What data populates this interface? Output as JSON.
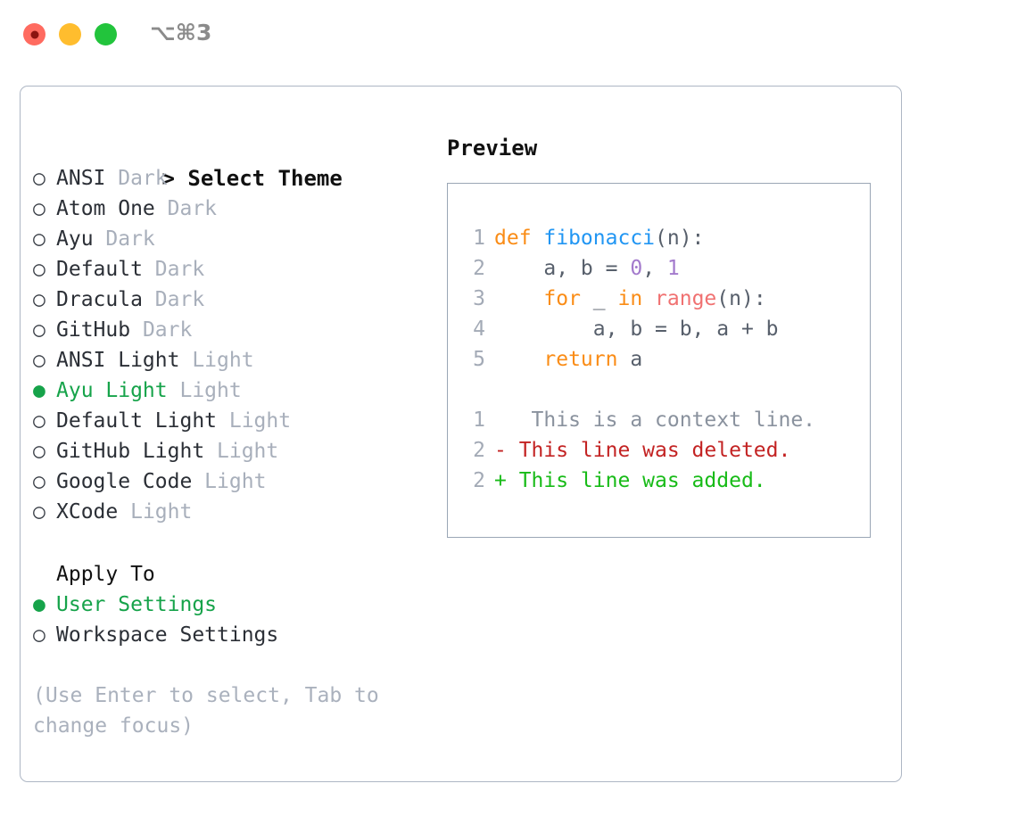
{
  "titlebar": {
    "shortcut": "⌥⌘3",
    "buttons": [
      "close",
      "minimize",
      "maximize"
    ]
  },
  "theme_section": {
    "caret": ">",
    "heading": "Select Theme",
    "marker_selected": "●",
    "marker_unselected": "○",
    "items": [
      {
        "name": "ANSI",
        "variant": "Dark",
        "selected": false
      },
      {
        "name": "Atom One",
        "variant": "Dark",
        "selected": false
      },
      {
        "name": "Ayu",
        "variant": "Dark",
        "selected": false
      },
      {
        "name": "Default",
        "variant": "Dark",
        "selected": false
      },
      {
        "name": "Dracula",
        "variant": "Dark",
        "selected": false
      },
      {
        "name": "GitHub",
        "variant": "Dark",
        "selected": false
      },
      {
        "name": "ANSI Light",
        "variant": "Light",
        "selected": false
      },
      {
        "name": "Ayu Light",
        "variant": "Light",
        "selected": true
      },
      {
        "name": "Default Light",
        "variant": "Light",
        "selected": false
      },
      {
        "name": "GitHub Light",
        "variant": "Light",
        "selected": false
      },
      {
        "name": "Google Code",
        "variant": "Light",
        "selected": false
      },
      {
        "name": "XCode",
        "variant": "Light",
        "selected": false
      }
    ]
  },
  "apply_section": {
    "heading": "Apply To",
    "items": [
      {
        "name": "User Settings",
        "selected": true
      },
      {
        "name": "Workspace Settings",
        "selected": false
      }
    ]
  },
  "hint": "(Use Enter to select, Tab to change focus)",
  "preview": {
    "title": "Preview",
    "code_lines": [
      {
        "no": "1",
        "tokens": [
          {
            "t": "def ",
            "c": "tok-kw"
          },
          {
            "t": "fibonacci",
            "c": "tok-fn"
          },
          {
            "t": "(n):",
            "c": "tok-plain"
          }
        ]
      },
      {
        "no": "2",
        "tokens": [
          {
            "t": "    a, b = ",
            "c": "tok-plain"
          },
          {
            "t": "0",
            "c": "tok-num"
          },
          {
            "t": ", ",
            "c": "tok-plain"
          },
          {
            "t": "1",
            "c": "tok-num"
          }
        ]
      },
      {
        "no": "3",
        "tokens": [
          {
            "t": "    ",
            "c": "tok-plain"
          },
          {
            "t": "for",
            "c": "tok-kw"
          },
          {
            "t": " _ ",
            "c": "tok-plain"
          },
          {
            "t": "in",
            "c": "tok-kw"
          },
          {
            "t": " ",
            "c": "tok-plain"
          },
          {
            "t": "range",
            "c": "tok-call"
          },
          {
            "t": "(n):",
            "c": "tok-plain"
          }
        ]
      },
      {
        "no": "4",
        "tokens": [
          {
            "t": "        a, b = b, a + b",
            "c": "tok-plain"
          }
        ]
      },
      {
        "no": "5",
        "tokens": [
          {
            "t": "    ",
            "c": "tok-plain"
          },
          {
            "t": "return",
            "c": "tok-kw"
          },
          {
            "t": " a",
            "c": "tok-plain"
          }
        ]
      }
    ],
    "diff_lines": [
      {
        "no": "1",
        "sign": " ",
        "text": "  This is a context line.",
        "kind": "diff-ctx"
      },
      {
        "no": "2",
        "sign": "-",
        "text": " This line was deleted.",
        "kind": "diff-del"
      },
      {
        "no": "2",
        "sign": "+",
        "text": " This line was added.",
        "kind": "diff-add"
      }
    ]
  },
  "colors": {
    "accent_green": "#16a34a",
    "muted_gray": "#a8afbb",
    "border": "#adb6c4",
    "keyword_orange": "#fa8c16",
    "function_blue": "#2196f3",
    "number_purple": "#a37acc",
    "call_red": "#f07171",
    "diff_delete": "#c32323",
    "diff_add": "#18bb18"
  }
}
